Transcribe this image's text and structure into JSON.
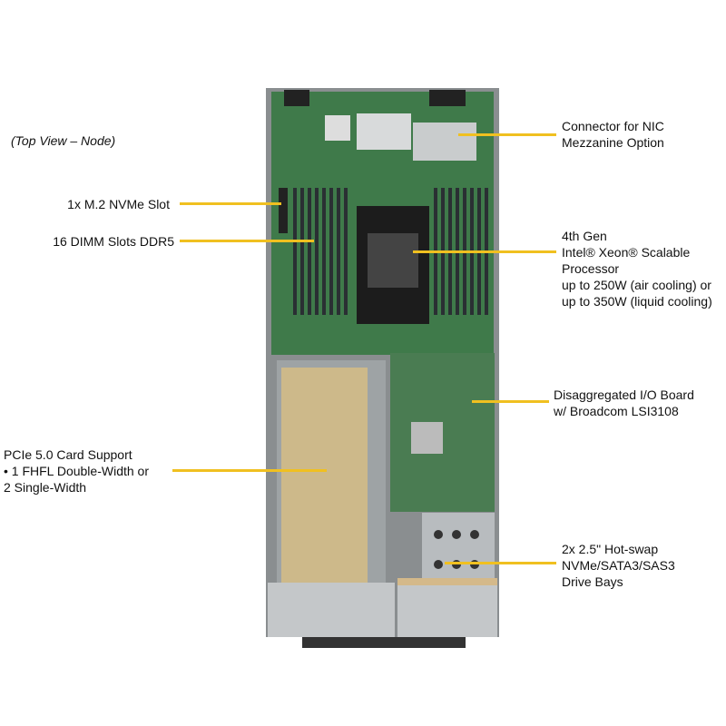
{
  "view_caption": "(Top View – Node)",
  "labels": {
    "nic": "Connector for NIC\nMezzanine Option",
    "m2": "1x M.2 NVMe Slot",
    "dimm": "16 DIMM Slots DDR5",
    "cpu": "4th Gen\nIntel® Xeon® Scalable\nProcessor\nup to 250W (air cooling) or\nup to 350W (liquid cooling)",
    "io": "Disaggregated I/O Board\nw/ Broadcom LSI3108",
    "pcie": "PCIe 5.0 Card Support\n•  1 FHFL Double-Width or\n2 Single-Width",
    "drives": "2x 2.5\" Hot-swap\nNVMe/SATA3/SAS3\nDrive Bays"
  },
  "colors": {
    "leader": "#f0c020",
    "pcb": "#3f7a4a",
    "card": "#cdb98a",
    "metal": "#b8bcbf"
  }
}
